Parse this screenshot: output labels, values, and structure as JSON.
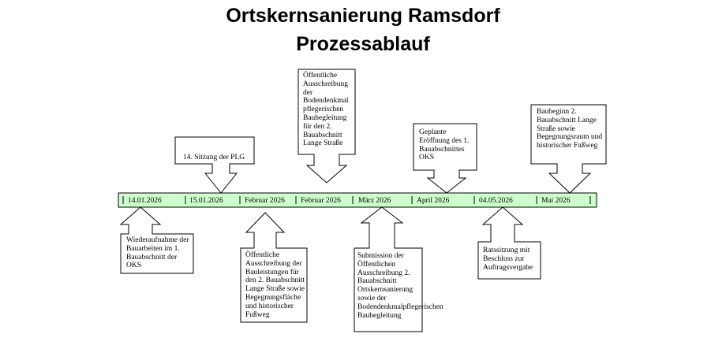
{
  "title_line1": "Ortskernsanierung Ramsdorf",
  "title_line2": "Prozessablauf",
  "colors": {
    "timeline_fill": "#ccffcc",
    "stroke": "#000000",
    "callout_fill": "#ffffff"
  },
  "timeline_labels": [
    "14.01.2026",
    "15.01.2026",
    "Februar 2026",
    "Februar 2026",
    "März 2026",
    "April 2026",
    "04.05.2026",
    "Mai 2026"
  ],
  "events_above": [
    "14. Sitzung der PLG",
    "Öffentliche Ausschreibung der Bodendenkmal pflegerischen Baubegleitung für den 2. Bauabschnitt Lange Straße",
    "Geplante Eröffnung des 1. Bauabschnittes OKS",
    "Baubeginn 2. Bauabschnitt Lange Straße sowie Begegnungsraum und historischer Fußweg"
  ],
  "events_below": [
    "Wiederaufnahme der Bauarbeiten im 1. Bauabschnitt der OKS",
    "Öffentliche Ausschreibung der Bauleistungen für den 2. Bauabschnitt Lange Straße sowie Begegnungsfläche und historischer Fußweg",
    "Submission der Öffentlichen Ausschreibung 2. Bauabschnitt Ortskernsanierung sowie der Bodendenkmalpflegerischen Baubegleitung",
    "Ratssitzung mit Beschluss zur Auftragsvergabe"
  ]
}
